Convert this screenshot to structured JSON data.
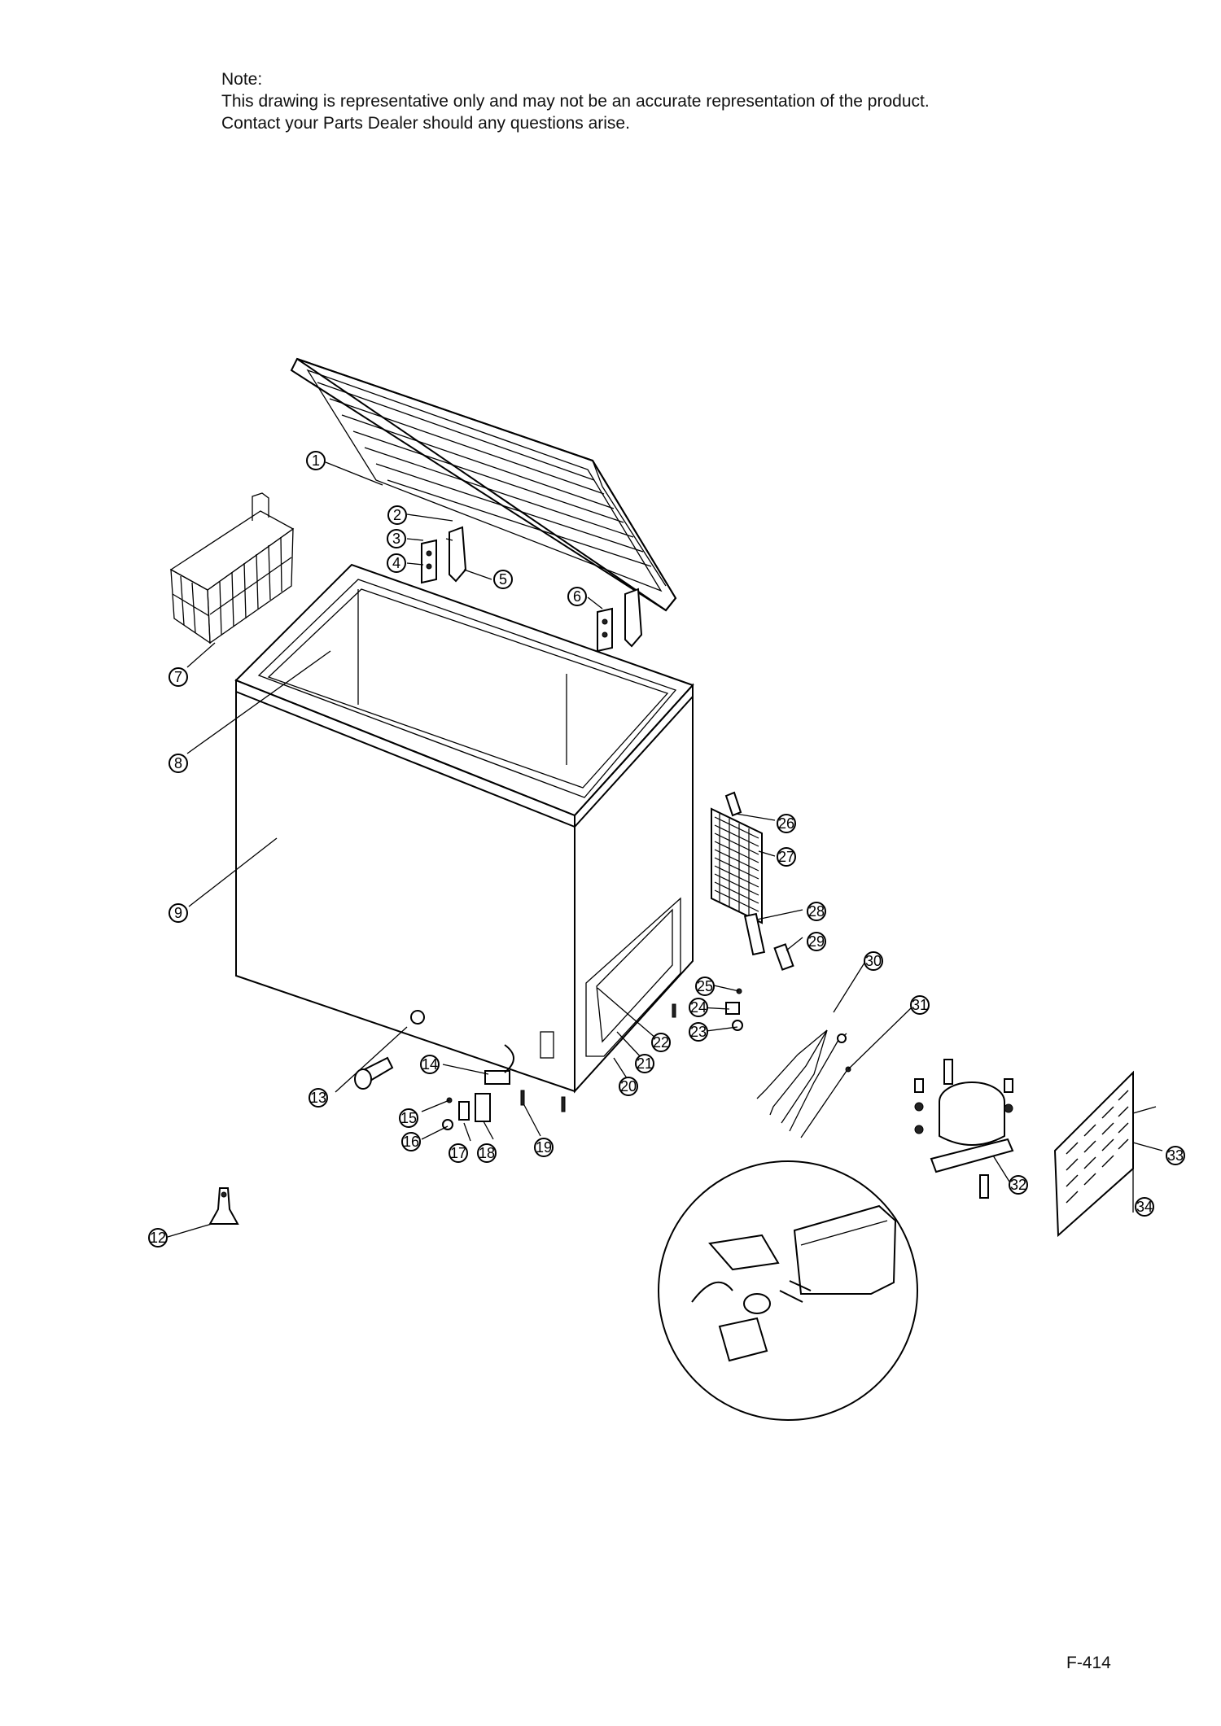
{
  "note": {
    "line1": "Note:",
    "line2": "This drawing is representative only and may not be an accurate representation of the product.",
    "line3": "Contact your Parts Dealer should any questions arise."
  },
  "page_code": "F-414",
  "callouts": [
    "1",
    "2",
    "3",
    "4",
    "5",
    "6",
    "7",
    "8",
    "9",
    "12",
    "13",
    "14",
    "15",
    "16",
    "17",
    "18",
    "19",
    "20",
    "21",
    "22",
    "23",
    "24",
    "25",
    "26",
    "27",
    "28",
    "29",
    "30",
    "31",
    "32",
    "33",
    "34"
  ]
}
